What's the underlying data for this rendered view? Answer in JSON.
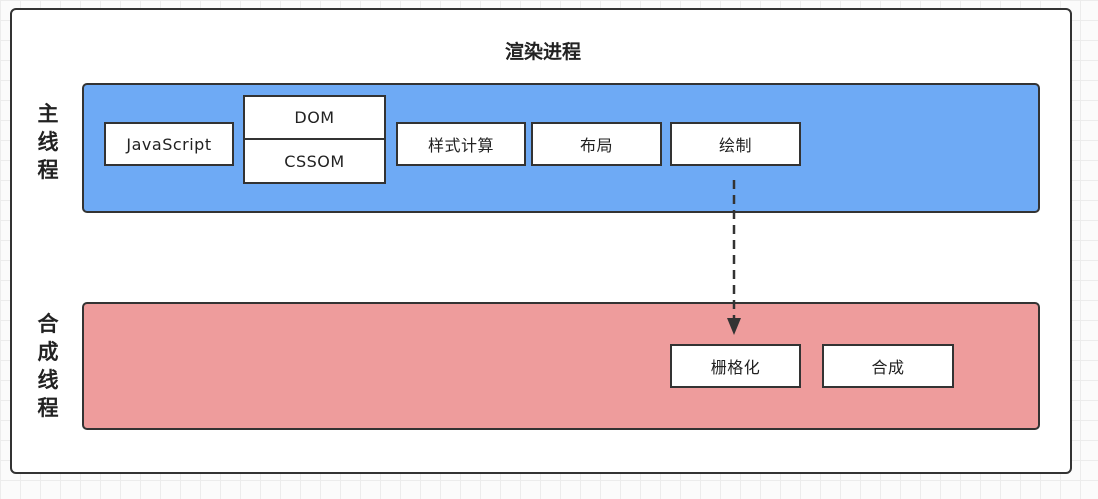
{
  "title": "渲染进程",
  "lanes": {
    "main_thread": {
      "label": "主线程",
      "color": "#6eaaf5",
      "steps": {
        "javascript": "JavaScript",
        "dom": "DOM",
        "cssom": "CSSOM",
        "style": "样式计算",
        "layout": "布局",
        "paint": "绘制"
      }
    },
    "compositor_thread": {
      "label": "合成线程",
      "color": "#ee9c9c",
      "steps": {
        "raster": "栅格化",
        "composite": "合成"
      }
    }
  },
  "edges": [
    {
      "from": "绘制",
      "to": "栅格化",
      "style": "dashed"
    }
  ]
}
